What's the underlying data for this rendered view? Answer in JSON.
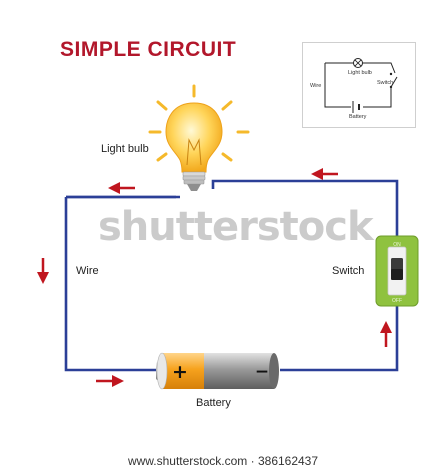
{
  "title": "SIMPLE CIRCUIT",
  "labels": {
    "light_bulb": "Light bulb",
    "wire": "Wire",
    "switch": "Switch",
    "battery": "Battery"
  },
  "switch_states": {
    "on": "ON",
    "off": "OFF"
  },
  "battery_terminals": {
    "positive": "+",
    "negative": "−"
  },
  "inset": {
    "light_bulb": "Light bulb",
    "wire": "Wire",
    "switch": "Switch",
    "battery": "Battery"
  },
  "watermark": "shutterstock",
  "footer": "www.shutterstock.com · 386162437",
  "colors": {
    "title": "#b2172b",
    "wire": "#2b3f97",
    "arrow": "#c0161f",
    "bulb": "#f5b92b",
    "switch_body": "#8fc23f",
    "battery_orange": "#f6a21d",
    "battery_gray": "#9a9a9a"
  }
}
